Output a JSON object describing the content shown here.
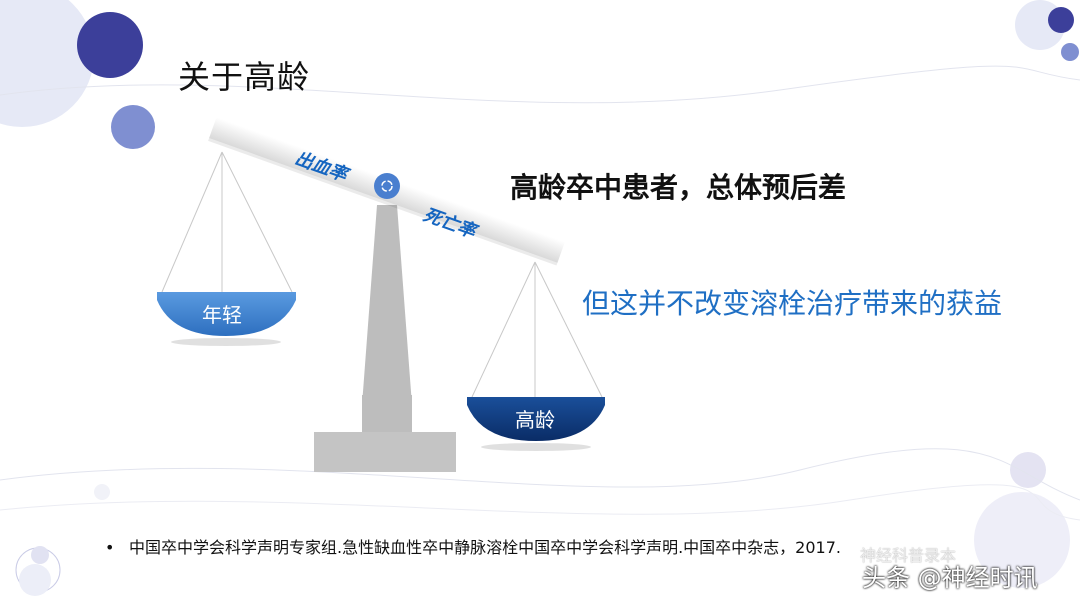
{
  "title": "关于高龄",
  "headline": "高龄卒中患者，总体预后差",
  "subheadline": "但这并不改变溶栓治疗带来的获益",
  "scale": {
    "beam_left_label": "出血率",
    "beam_right_label": "死亡率",
    "left_pan_label": "年轻",
    "right_pan_label": "高龄",
    "left_pan_color": "#3f86d4",
    "right_pan_color": "#0d3a7e"
  },
  "reference": {
    "bullet": "•",
    "text": "中国卒中学会科学声明专家组.急性缺血性卒中静脉溶栓中国卒中学会科学声明.中国卒中杂志，2017."
  },
  "watermark": {
    "line1": "神经科普录本",
    "line2": "头条 @神经时讯"
  },
  "colors": {
    "accent_dark": "#3c3f9a",
    "accent_mid": "#7f8fd1",
    "accent_light": "#e4e7f5"
  }
}
